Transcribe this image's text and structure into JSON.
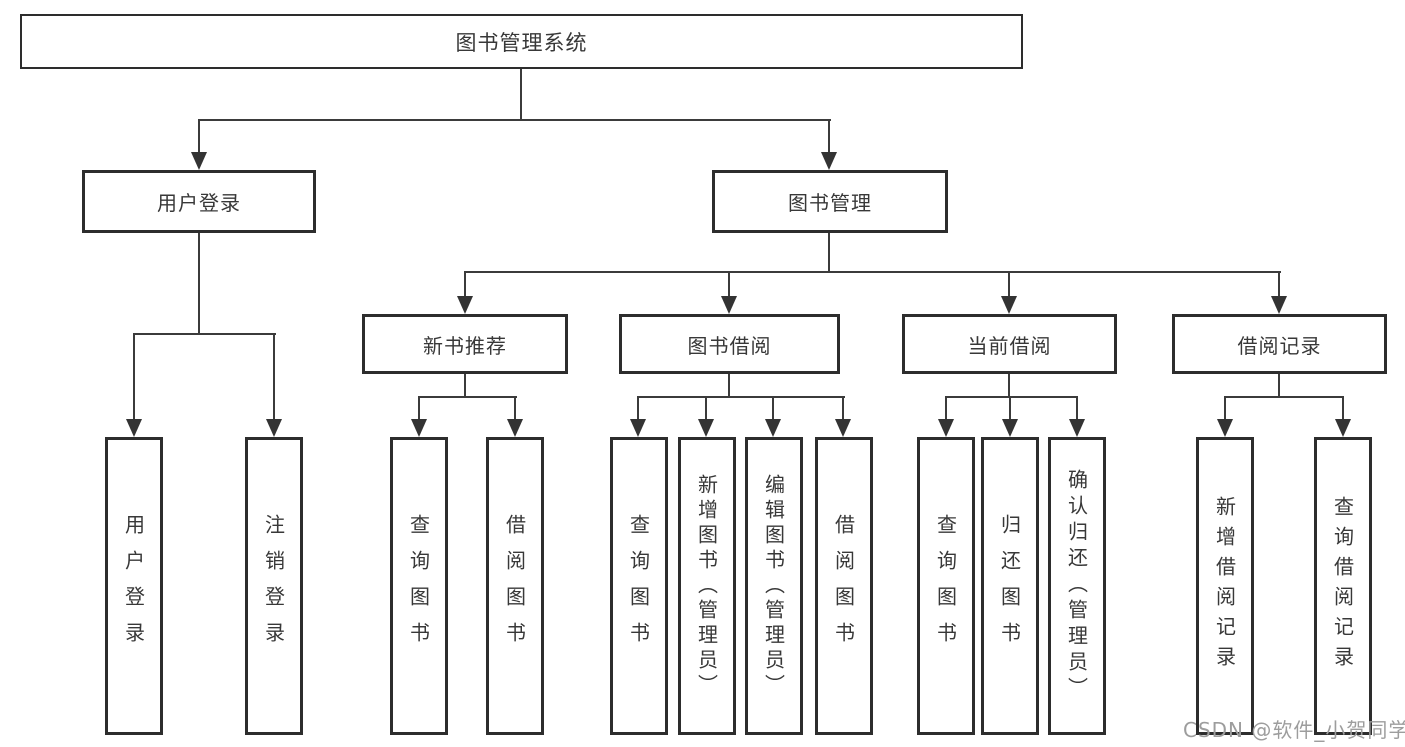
{
  "diagram": {
    "title": "图书管理系统",
    "branches": [
      {
        "label": "用户登录",
        "leaves": [
          "用户登录",
          "注销登录"
        ]
      },
      {
        "label": "图书管理",
        "groups": [
          {
            "label": "新书推荐",
            "leaves": [
              "查询图书",
              "借阅图书"
            ]
          },
          {
            "label": "图书借阅",
            "leaves": [
              "查询图书",
              "新增图书（管理员）",
              "编辑图书（管理员）",
              "借阅图书"
            ]
          },
          {
            "label": "当前借阅",
            "leaves": [
              "查询图书",
              "归还图书",
              "确认归还（管理员）"
            ]
          },
          {
            "label": "借阅记录",
            "leaves": [
              "新增借阅记录",
              "查询借阅记录"
            ]
          }
        ]
      }
    ]
  },
  "watermark": "CSDN @软件_小贺同学",
  "colors": {
    "line": "#3b3b3b",
    "box_border": "#2d2d2d",
    "text": "#383838",
    "watermark": "#9d9d9d",
    "background": "#ffffff"
  }
}
